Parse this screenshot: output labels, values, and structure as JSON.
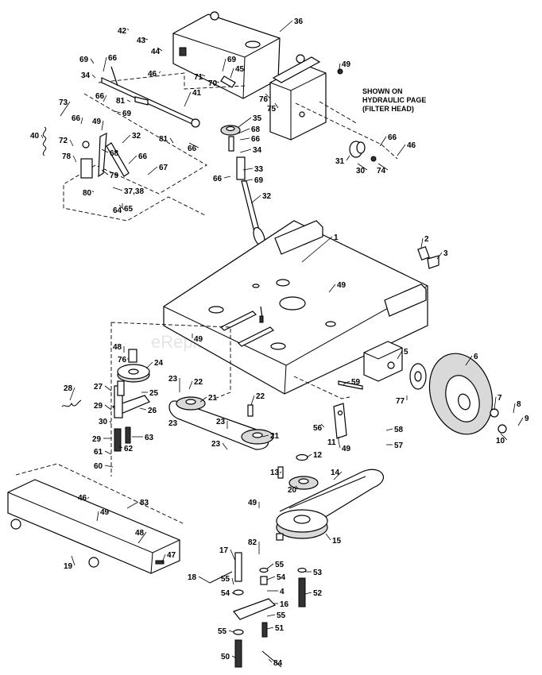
{
  "watermark": "eReplacementParts.com",
  "note": {
    "line1": "SHOWN ON",
    "line2": "HYDRAULIC PAGE",
    "line3": "(FILTER HEAD)"
  },
  "callouts": [
    "1",
    "2",
    "3",
    "4",
    "5",
    "6",
    "7",
    "8",
    "9",
    "10",
    "11",
    "12",
    "13",
    "14",
    "15",
    "16",
    "17",
    "18",
    "19",
    "20",
    "21",
    "22",
    "23",
    "24",
    "25",
    "26",
    "27",
    "28",
    "29",
    "30",
    "31",
    "32",
    "33",
    "34",
    "35",
    "36",
    "37,38",
    "40",
    "41",
    "42",
    "43",
    "44",
    "45",
    "46",
    "47",
    "48",
    "49",
    "50",
    "51",
    "52",
    "53",
    "54",
    "55",
    "56",
    "57",
    "58",
    "59",
    "60",
    "61",
    "62",
    "63",
    "64",
    "65",
    "66",
    "67",
    "68",
    "69",
    "70",
    "71",
    "72",
    "73",
    "74",
    "75",
    "76",
    "77",
    "78",
    "79",
    "80",
    "81",
    "82",
    "83",
    "84"
  ]
}
